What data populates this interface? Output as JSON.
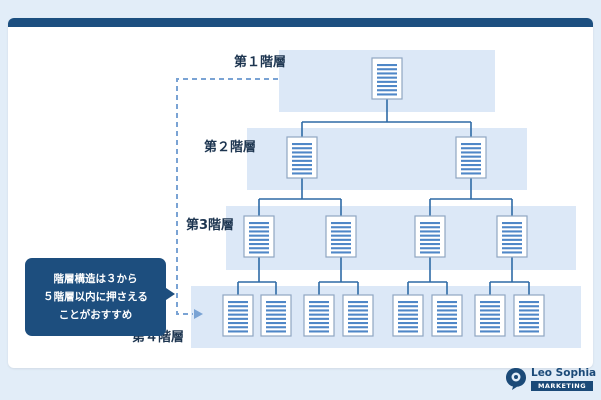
{
  "diagram": {
    "levels": [
      {
        "label": "第１階層",
        "page_count": 1
      },
      {
        "label": "第２階層",
        "page_count": 2
      },
      {
        "label": "第3階層",
        "page_count": 4
      },
      {
        "label": "第４階層",
        "page_count": 8
      }
    ],
    "callout": {
      "lines": [
        "階層構造は３から",
        "５階層以内に押さえる",
        "ことがおすすめ"
      ]
    }
  },
  "branding": {
    "name": "Leo Sophia",
    "tagline": "MARKETING"
  },
  "colors": {
    "background": "#e2edf8",
    "card": "#ffffff",
    "top_bar": "#1c4f80",
    "level_band": "#dce8f7",
    "connector": "#2e6aa6",
    "dashed_arrow": "#7aa3d4",
    "callout": "#1d4e7e",
    "label_text": "#1d3550"
  },
  "icons": [
    "document-icon",
    "speech-bubble-logo-icon"
  ]
}
